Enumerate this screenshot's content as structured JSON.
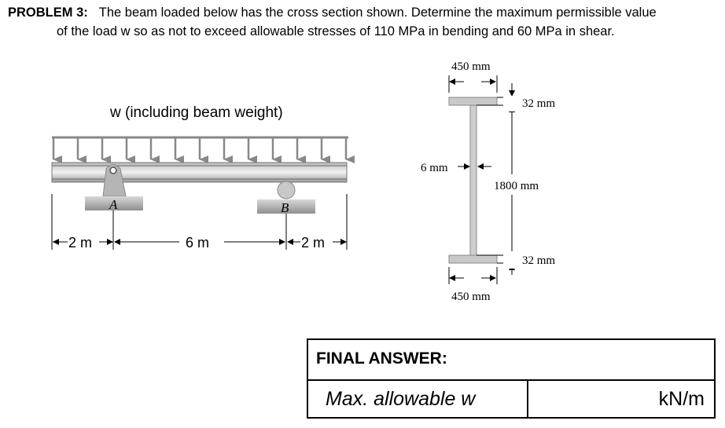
{
  "problem": {
    "number": "PROBLEM 3:",
    "line1": "The beam loaded below has the cross section shown. Determine the maximum permissible value",
    "line2": "of the load w so as not to exceed allowable stresses of 110 MPa in bending and 60 MPa in shear."
  },
  "beam": {
    "load_label": "w (including beam weight)",
    "support_a": "A",
    "support_b": "B",
    "dim_left": "2 m",
    "dim_mid": "6 m",
    "dim_right": "2 m"
  },
  "section": {
    "top_flange_width": "450 mm",
    "top_flange_thickness": "32 mm",
    "web_thickness": "6 mm",
    "web_height": "1800 mm",
    "bottom_flange_thickness": "32 mm",
    "bottom_flange_width": "450 mm"
  },
  "answer": {
    "title": "FINAL ANSWER:",
    "label": "Max. allowable w",
    "value": "",
    "unit": "kN/m"
  }
}
